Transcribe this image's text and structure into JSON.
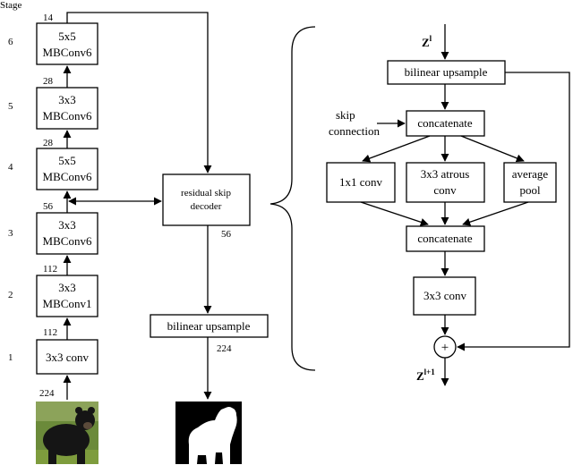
{
  "stage_header": "Stage",
  "stages": [
    {
      "number": "6",
      "box": [
        "5x5",
        "MBConv6"
      ],
      "input_size": "28",
      "output_size": "14"
    },
    {
      "number": "5",
      "box": [
        "3x3",
        "MBConv6"
      ],
      "input_size": "28"
    },
    {
      "number": "4",
      "box": [
        "5x5",
        "MBConv6"
      ],
      "input_size": "56"
    },
    {
      "number": "3",
      "box": [
        "3x3",
        "MBConv6"
      ],
      "input_size": "112"
    },
    {
      "number": "2",
      "box": [
        "3x3",
        "MBConv1"
      ],
      "input_size": "112"
    },
    {
      "number": "1",
      "box": [
        "3x3 conv"
      ],
      "input_size": "224"
    }
  ],
  "decoder": {
    "box": [
      "residual skip",
      "decoder"
    ],
    "output_size": "56",
    "upsample": "bilinear upsample",
    "upsample_size": "224"
  },
  "images": {
    "input": "black bear photo",
    "output": "segmentation mask"
  },
  "detail": {
    "input_label": "Z",
    "input_sup": "l",
    "output_label": "Z",
    "output_sup": "l+1",
    "upsample": "bilinear upsample",
    "skip_label": [
      "skip",
      "connection"
    ],
    "concat_top": "concatenate",
    "branches": [
      [
        "1x1 conv"
      ],
      [
        "3x3 atrous",
        "conv"
      ],
      [
        "average",
        "pool"
      ]
    ],
    "concat_bottom": "concatenate",
    "final_conv": "3x3 conv",
    "sum_symbol": "+"
  },
  "colors": {
    "stroke": "#000000",
    "background": "#ffffff",
    "grass": "#6b8a3a",
    "bear": "#151515",
    "mask_bg": "#000000",
    "mask_fg": "#ffffff"
  }
}
